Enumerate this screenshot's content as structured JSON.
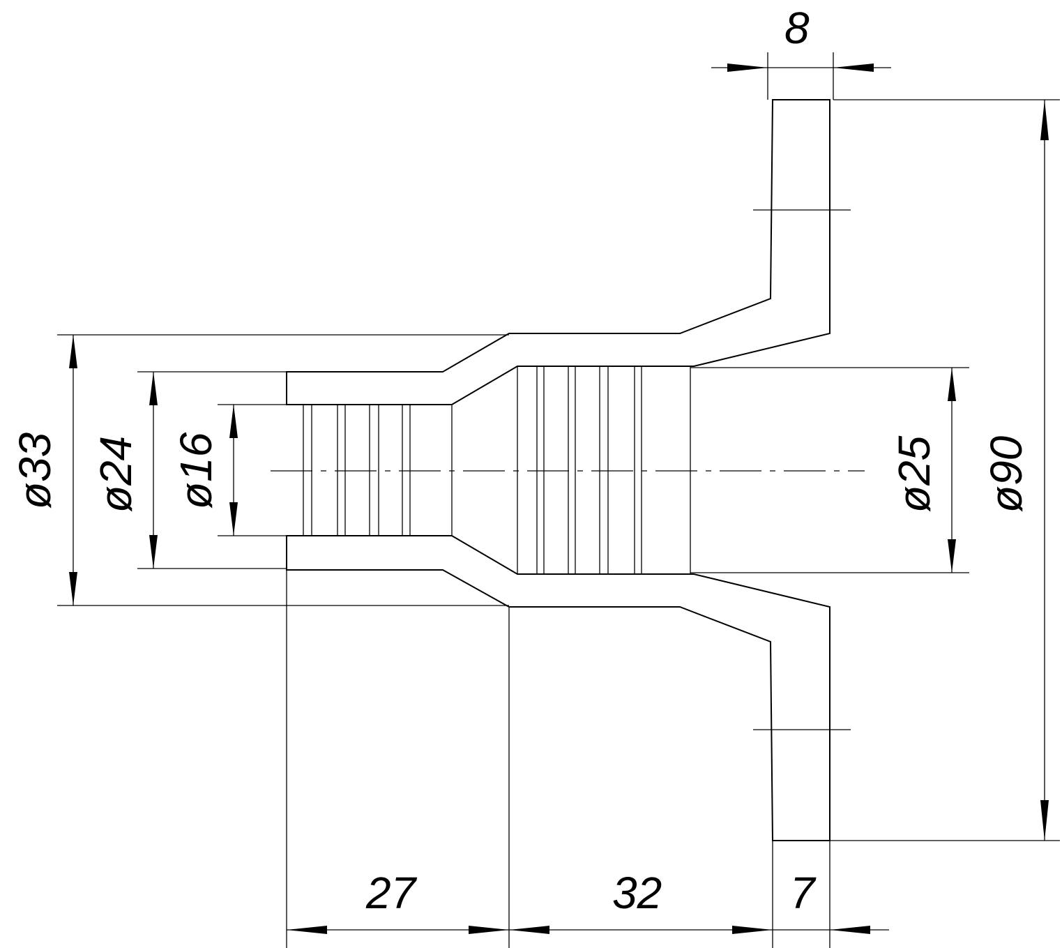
{
  "drawing": {
    "colors": {
      "line": "#000000",
      "background": "#ffffff"
    },
    "dimensions": {
      "d33": "ø33",
      "d24": "ø24",
      "d16": "ø16",
      "d25": "ø25",
      "d90": "ø90",
      "flange_top": "8",
      "len_small": "27",
      "len_large": "32",
      "flange_bottom": "7"
    }
  }
}
